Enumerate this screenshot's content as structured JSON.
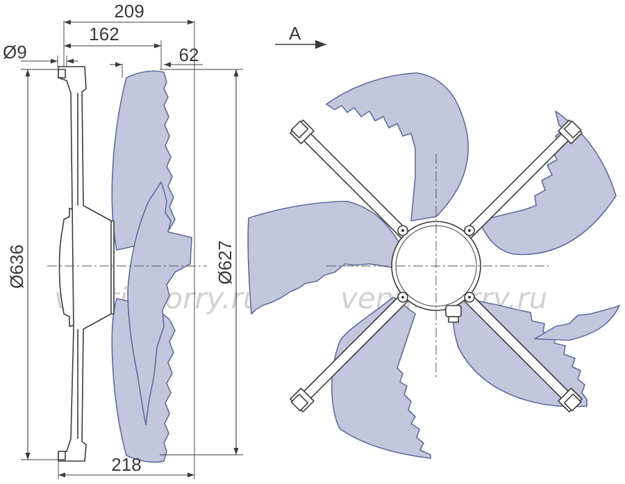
{
  "view_marker": {
    "label": "A"
  },
  "dimensions": {
    "hole_diameter": "Ø9",
    "depth_total": "209",
    "depth_mount": "162",
    "depth_blade": "62",
    "bottom_depth": "218",
    "outer_diameter": "Ø636",
    "blade_diameter": "Ø627"
  },
  "watermarks": {
    "left": "ventilatorry.ru",
    "right": "ventilatorry.ru"
  },
  "colors": {
    "blade_fill": "#c3c6dd",
    "blade_stroke": "#5f6b9b",
    "line": "#3a3a3a"
  }
}
